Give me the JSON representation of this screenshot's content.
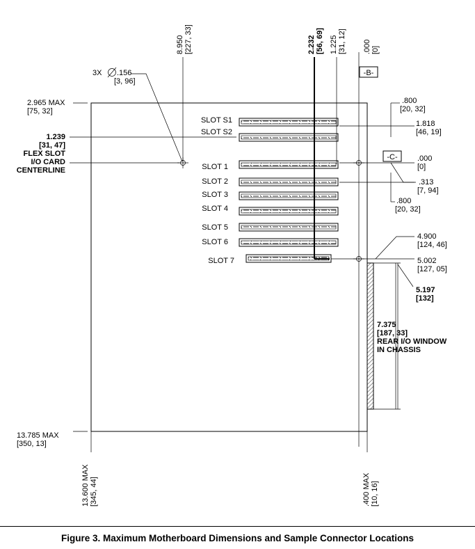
{
  "caption": "Figure 3.  Maximum Motherboard Dimensions and Sample Connector Locations",
  "slots": [
    "SLOT S1",
    "SLOT S2",
    "SLOT 1",
    "SLOT 2",
    "SLOT 3",
    "SLOT 4",
    "SLOT 5",
    "SLOT 6",
    "SLOT 7"
  ],
  "datums": {
    "b": "-B-",
    "c": "-C-"
  },
  "hole": {
    "qty": "3X",
    "dia": ".156",
    "metric": "[3, 96]"
  },
  "dims": {
    "top_8950": {
      "value": "8.950",
      "metric": "[227, 33]"
    },
    "top_2232": {
      "value": "2.232",
      "metric": "[56, 69]"
    },
    "top_1225": {
      "value": "1.225",
      "metric": "[31, 12]"
    },
    "top_000": {
      "value": ".000",
      "metric": "[0]"
    },
    "left_2965": {
      "value": "2.965 MAX",
      "metric": "[75, 32]"
    },
    "left_1239": {
      "value": "1.239",
      "metric": "[31, 47]"
    },
    "flex_label": [
      "FLEX SLOT",
      "I/O CARD",
      "CENTERLINE"
    ],
    "left_13785": {
      "value": "13.785  MAX",
      "metric": "[350, 13]"
    },
    "r_800a": {
      "value": ".800",
      "metric": "[20, 32]"
    },
    "r_1818": {
      "value": "1.818",
      "metric": "[46, 19]"
    },
    "r_000": {
      "value": ".000",
      "metric": "[0]"
    },
    "r_313": {
      "value": ".313",
      "metric": "[7, 94]"
    },
    "r_800b": {
      "value": ".800",
      "metric": "[20, 32]"
    },
    "r_4900": {
      "value": "4.900",
      "metric": "[124, 46]"
    },
    "r_5002": {
      "value": "5.002",
      "metric": "[127, 05]"
    },
    "r_5197": {
      "value": "5.197",
      "metric": "[132]"
    },
    "rear_io": [
      "7.375",
      "[187, 33]",
      "REAR I/O WINDOW",
      "IN CHASSIS"
    ],
    "bottom_13600": {
      "value": "13.600  MAX",
      "metric": "[345, 44]"
    },
    "bottom_400": {
      "value": ".400  MAX",
      "metric": "[10, 16]"
    }
  }
}
